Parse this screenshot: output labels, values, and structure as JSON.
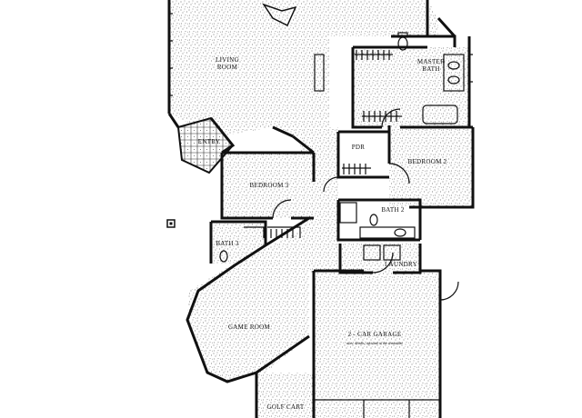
{
  "floor_plan": {
    "rooms": {
      "living_room": "LIVING\nROOM",
      "master_bath": "MASTER\nBATH",
      "entry": "ENTRY",
      "pdr": "PDR",
      "bedroom_2": "BEDROOM 2",
      "bedroom_3": "BEDROOM 3",
      "bath_2": "BATH 2",
      "bath_3": "BATH 3",
      "laundry": "LAUNDRY",
      "game_room": "GAME ROOM",
      "garage": "2 - CAR GARAGE",
      "garage_note": "max. details, optional in the remainder",
      "golf_cart": "GOLF CART"
    },
    "colors": {
      "wall": "#111111",
      "floor_stipple": "#9a9a9a",
      "background": "#ffffff"
    }
  }
}
